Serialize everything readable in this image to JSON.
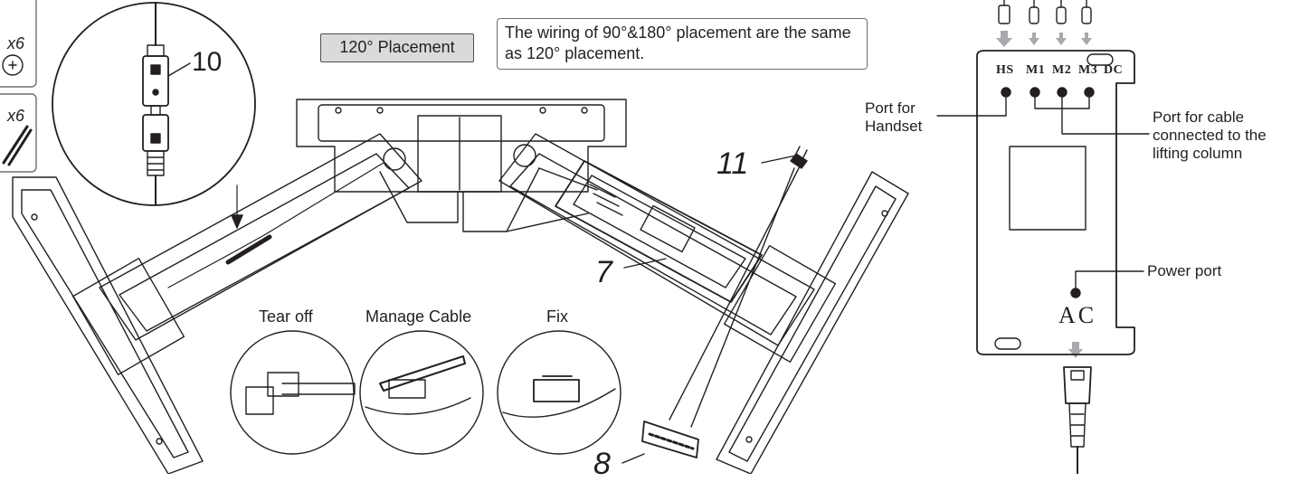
{
  "left_panel": {
    "screws_qty": "x6",
    "ties_qty": "x6"
  },
  "zoom_inset": {
    "part_number": "10"
  },
  "placement_tag": "120° Placement",
  "wiring_note": "The wiring of 90°&180° placement are the same as 120° placement.",
  "parts": {
    "control_box": "7",
    "handset": "8",
    "power_cord": "11"
  },
  "cable_steps": [
    {
      "label": "Tear off"
    },
    {
      "label": "Manage Cable"
    },
    {
      "label": "Fix"
    }
  ],
  "control_box_detail": {
    "ports": [
      "HS",
      "M1",
      "M2",
      "M3",
      "DC"
    ],
    "ac_label": "AC",
    "callouts": {
      "handset": "Port for Handset",
      "lifting_column": "Port for cable connected to the lifting column",
      "power": "Power port"
    }
  },
  "colors": {
    "line": "#231f20",
    "arrow": "#a7a9ac",
    "tag_fill": "#d9dadb"
  }
}
